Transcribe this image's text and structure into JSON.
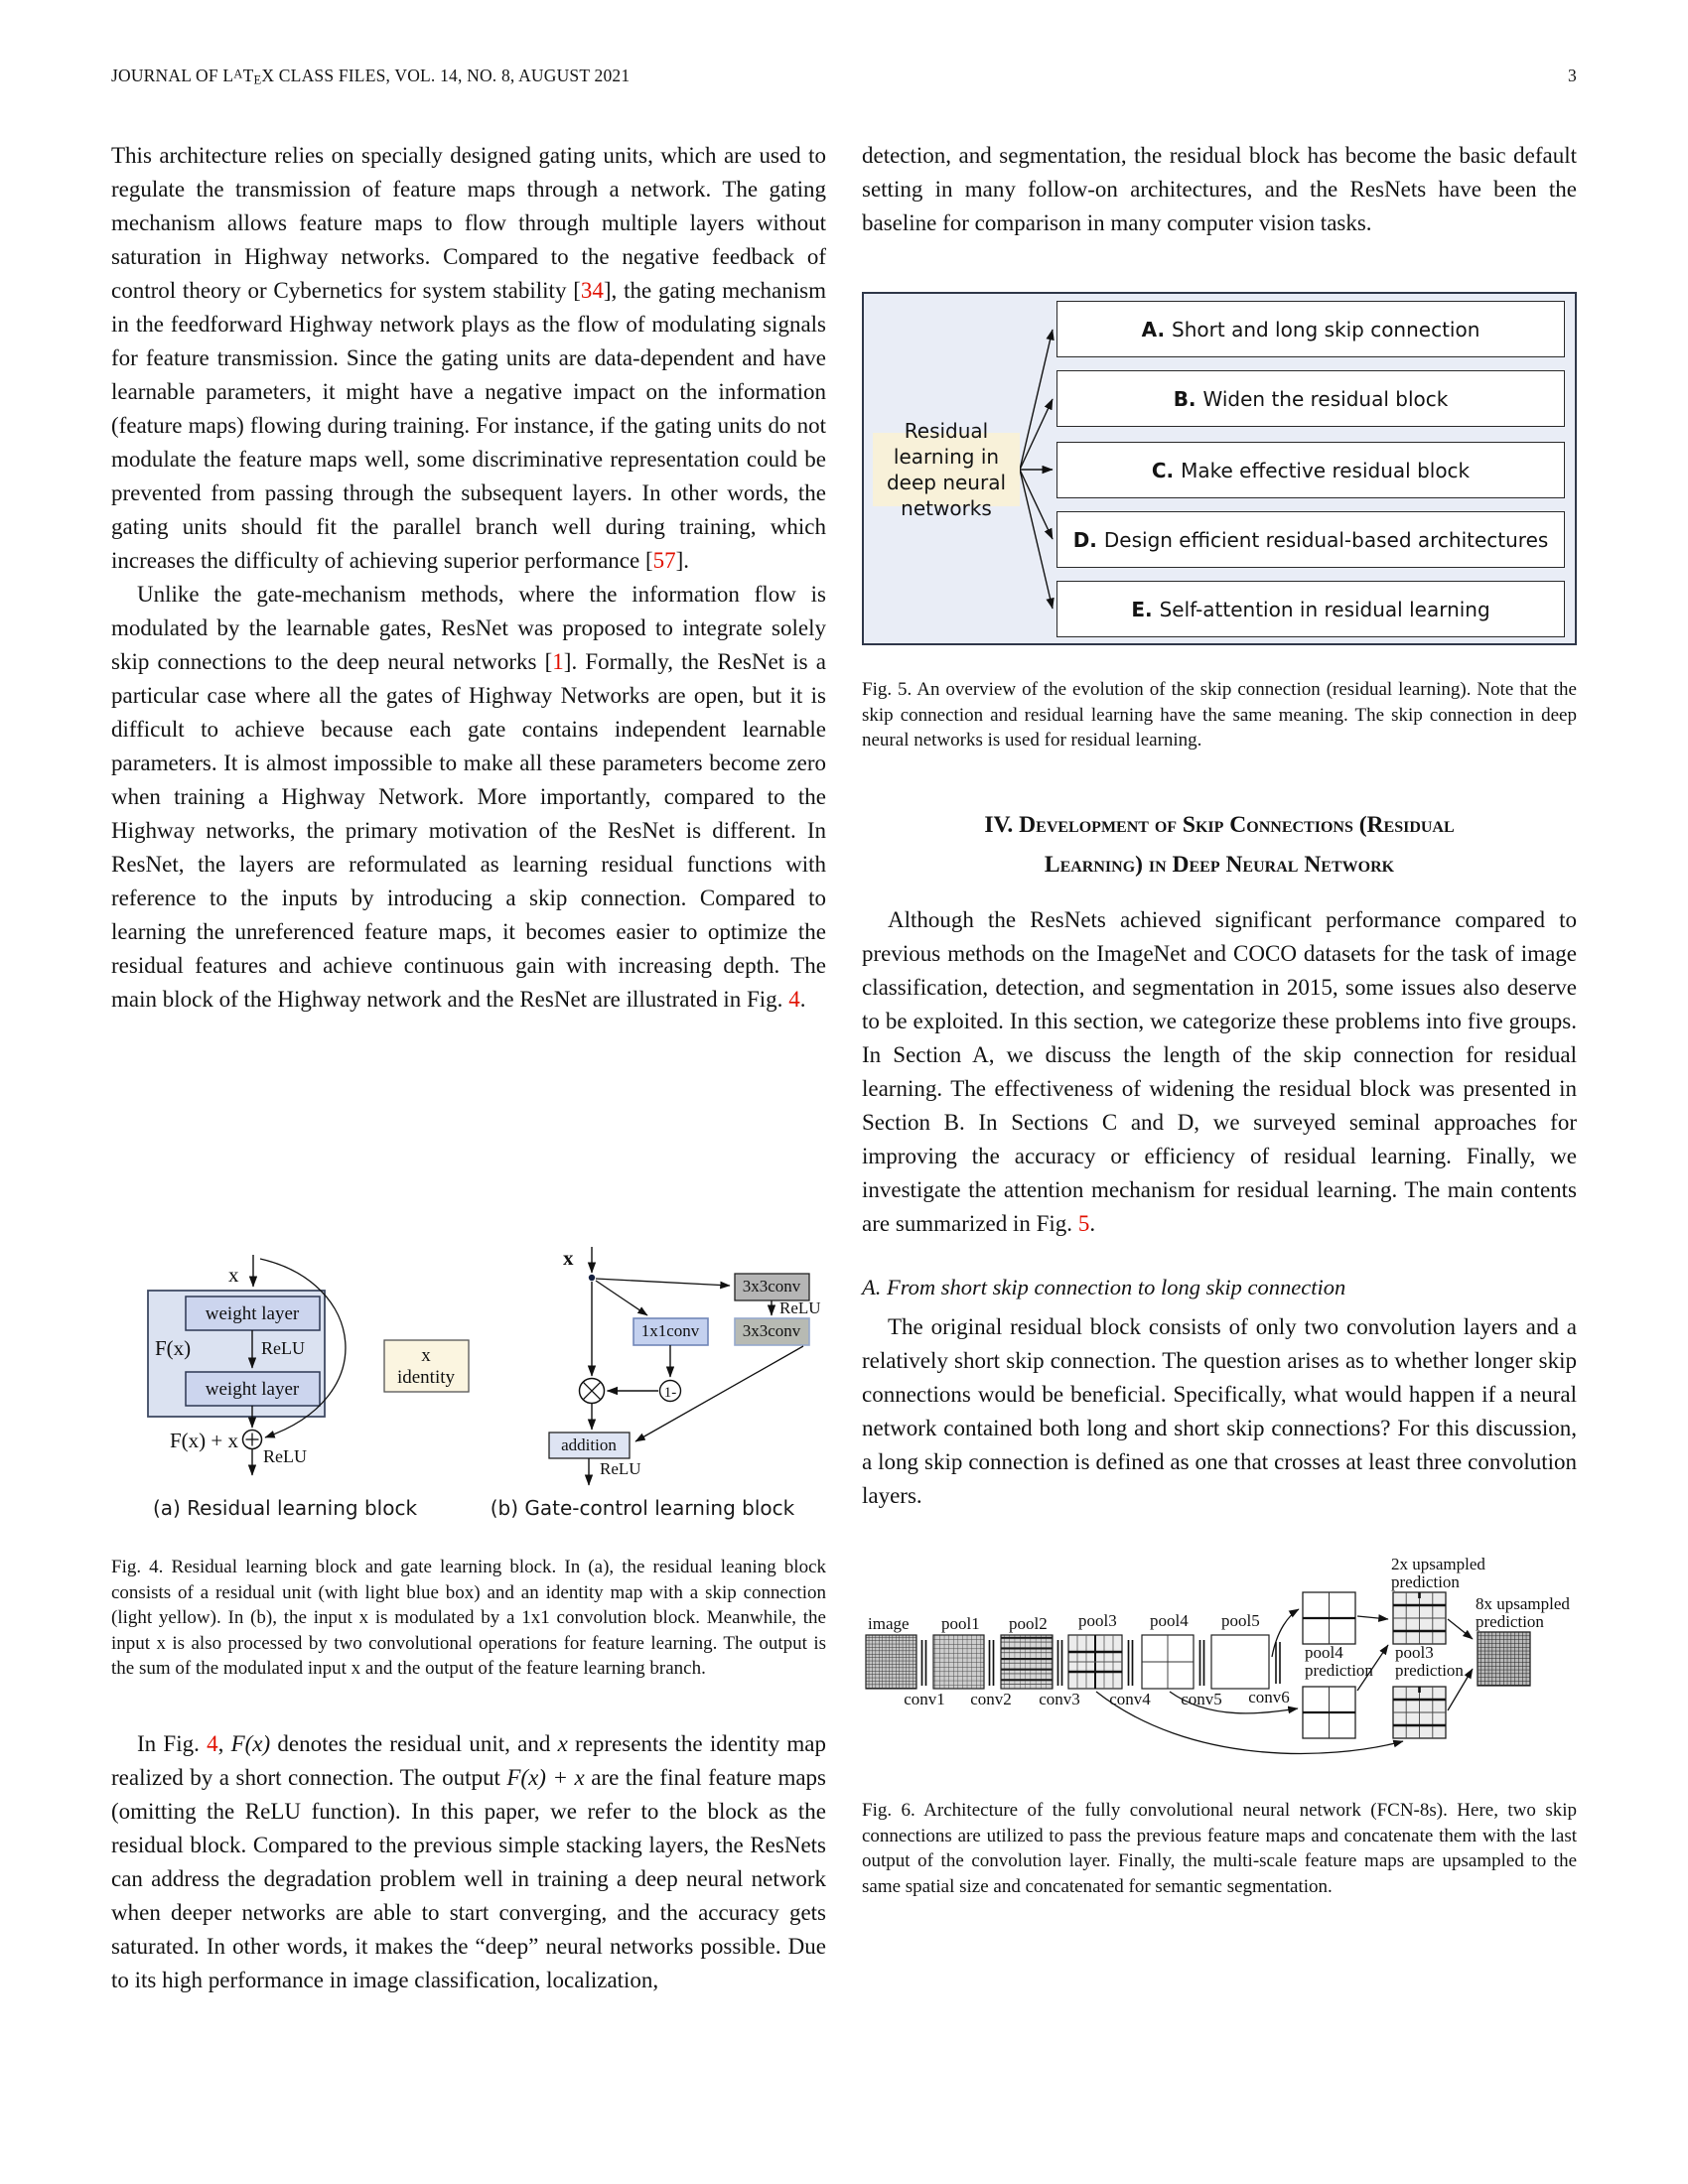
{
  "colors": {
    "citation_red": "#e11000",
    "fig5_bg": "#e9edf6",
    "fig5_root_bg": "#f8f1d9",
    "fig4_block_bg": "#dbe2f1",
    "fig4_identity_bg": "#fbf5e0",
    "conv_gray": "#b5b5b5",
    "conv_blue": "#c4d1ef"
  },
  "header": {
    "journal": [
      {
        "t": "JOURNAL OF L"
      },
      {
        "t": "A",
        "s": "sup"
      },
      {
        "t": "T"
      },
      {
        "t": "E",
        "s": "sub"
      },
      {
        "t": "X CLASS FILES, VOL. 14, NO. 8, AUGUST 2021"
      }
    ],
    "page_number": "3"
  },
  "left": {
    "p1": [
      {
        "t": "This architecture relies on specially designed gating units, which are used to regulate the transmission of feature maps through a network. The gating mechanism allows feature maps to flow through multiple layers without saturation in Highway networks. Compared to the negative feedback of control theory or Cybernetics for system stability ["
      },
      {
        "t": "34",
        "s": "red"
      },
      {
        "t": "], the gating mechanism in the feedforward Highway network plays as the flow of modulating signals for feature transmission. Since the gating units are data-dependent and have learnable parameters, it might have a negative impact on the information (feature maps) flowing during training. For instance, if the gating units do not modulate the feature maps well, some discriminative representation could be prevented from passing through the subsequent layers. In other words, the gating units should fit the parallel branch well during training, which increases the difficulty of achieving superior performance ["
      },
      {
        "t": "57",
        "s": "red"
      },
      {
        "t": "]."
      }
    ],
    "p2": [
      {
        "t": "Unlike the gate-mechanism methods, where the information flow is modulated by the learnable gates, ResNet was proposed to integrate solely skip connections to the deep neural networks ["
      },
      {
        "t": "1",
        "s": "red"
      },
      {
        "t": "]. Formally, the ResNet is a particular case where all the gates of Highway Networks are open, but it is difficult to achieve because each gate contains independent learnable parameters. It is almost impossible to make all these parameters become zero when training a Highway Network. More importantly, compared to the Highway networks, the primary motivation of the ResNet is different. In ResNet, the layers are reformulated as learning residual functions with reference to the inputs by introducing a skip connection. Compared to learning the unreferenced feature maps, it becomes easier to optimize the residual features and achieve continuous gain with increasing depth. The main block of the Highway network and the ResNet are illustrated in Fig. "
      },
      {
        "t": "4",
        "s": "red"
      },
      {
        "t": "."
      }
    ],
    "fig4": {
      "a": {
        "x_label": "x",
        "weight_layer_1": "weight layer",
        "weight_layer_2": "weight layer",
        "fx": "F(x)",
        "relu_mid": "ReLU",
        "fx_plus_x": "F(x) + x",
        "relu_out": "ReLU",
        "identity_line1": "x",
        "identity_line2": "identity",
        "caption": "(a) Residual learning block"
      },
      "b": {
        "x_label": "x",
        "conv3x3_1": "3x3conv",
        "conv3x3_2": "3x3conv",
        "conv1x1": "1x1conv",
        "relu_mid": "ReLU",
        "one_minus": "1-",
        "addition": "addition",
        "relu_out": "ReLU",
        "caption": "(b) Gate-control learning block"
      }
    },
    "fig4_caption": "Fig. 4.  Residual learning block and gate learning block. In (a), the residual leaning block consists of a residual unit (with light blue box) and an identity map with a skip connection (light yellow). In (b), the input x is modulated by a 1x1 convolution block. Meanwhile, the input x is also processed by two convolutional operations for feature learning. The output is the sum of the modulated input x and the output of the feature learning branch.",
    "p3": [
      {
        "t": "In Fig. "
      },
      {
        "t": "4",
        "s": "red"
      },
      {
        "t": ", "
      },
      {
        "t": "F(x)",
        "s": "i"
      },
      {
        "t": " denotes the residual unit, and "
      },
      {
        "t": "x",
        "s": "i"
      },
      {
        "t": " represents the identity map realized by a short connection. The output "
      },
      {
        "t": "F(x) + x",
        "s": "i"
      },
      {
        "t": " are the final feature maps (omitting the ReLU function). In this paper, we refer to the block as the residual block. Compared to the previous simple stacking layers, the ResNets can address the degradation problem well in training a deep neural network when deeper networks are able to start converging, and the accuracy gets saturated. In other words, it makes the “deep” neural networks possible. Due to its high performance in image classification, localization,"
      }
    ]
  },
  "right": {
    "p0": [
      {
        "t": "detection, and segmentation, the residual block has become the basic default setting in many follow-on architectures, and the ResNets have been the baseline for comparison in many computer vision tasks."
      }
    ],
    "fig5": {
      "root_line1": "Residual learning in",
      "root_line2": "deep neural networks",
      "items": [
        {
          "letter": "A.",
          "text": "Short and long skip connection"
        },
        {
          "letter": "B.",
          "text": "Widen the residual block"
        },
        {
          "letter": "C.",
          "text": "Make effective residual block"
        },
        {
          "letter": "D.",
          "text": "Design efficient residual-based architectures"
        },
        {
          "letter": "E.",
          "text": "Self-attention in residual learning"
        }
      ]
    },
    "fig5_caption": "Fig. 5.  An overview of the evolution of the skip connection (residual learning). Note that the skip connection and residual learning have the same meaning. The skip connection in deep neural networks is used for residual learning.",
    "section4_line1": "IV. Development of Skip Connections (Residual",
    "section4_line2": "Learning) in Deep Neural Network",
    "p_iv": [
      {
        "t": "Although the ResNets achieved significant performance compared to previous methods on the ImageNet and COCO datasets for the task of image classification, detection, and segmentation in 2015, some issues also deserve to be exploited. In this section, we categorize these problems into five groups. In Section A, we discuss the length of the skip connection for residual learning. The effectiveness of widening the residual block was presented in Section B. In Sections C and D, we surveyed seminal approaches for improving the accuracy or efficiency of residual learning. Finally, we investigate the attention mechanism for residual learning. The main contents are summarized in Fig. "
      },
      {
        "t": "5",
        "s": "red"
      },
      {
        "t": "."
      }
    ],
    "subsection_a": "A. From short skip connection to long skip connection",
    "p_a": [
      {
        "t": "The original residual block consists of only two convolution layers and a relatively short skip connection. The question arises as to whether longer skip connections would be beneficial. Specifically, what would happen if a neural network contained both long and short skip connections? For this discussion, a long skip connection is defined as one that crosses at least three convolution layers."
      }
    ],
    "fig6": {
      "image": "image",
      "pool1": "pool1",
      "pool2": "pool2",
      "pool3": "pool3",
      "pool4": "pool4",
      "pool5": "pool5",
      "conv1": "conv1",
      "conv2": "conv2",
      "conv3": "conv3",
      "conv4": "conv4",
      "conv5": "conv5",
      "conv6": "conv6",
      "pool4_pred": [
        "pool4",
        "prediction"
      ],
      "pool3_pred": [
        "pool3",
        "prediction"
      ],
      "up2": [
        "2x upsampled",
        "prediction"
      ],
      "up8": [
        "8x upsampled",
        "prediction"
      ]
    },
    "fig6_caption": "Fig. 6.  Architecture of the fully convolutional neural network (FCN-8s). Here, two skip connections are utilized to pass the previous feature maps and concatenate them with the last output of the convolution layer. Finally, the multi-scale feature maps are upsampled to the same spatial size and concatenated for semantic segmentation."
  }
}
